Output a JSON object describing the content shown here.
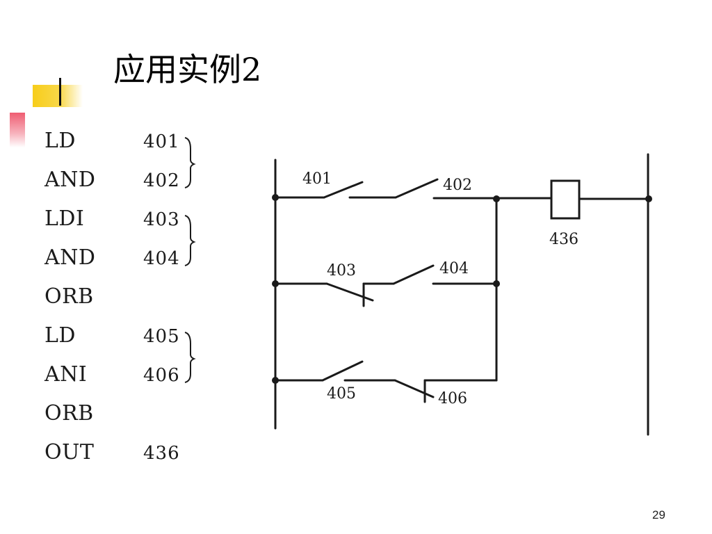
{
  "slide": {
    "title": "应用实例2",
    "page_number": "29"
  },
  "program": [
    {
      "op": "LD",
      "addr": "401"
    },
    {
      "op": "AND",
      "addr": "402"
    },
    {
      "op": "LDI",
      "addr": "403"
    },
    {
      "op": "AND",
      "addr": "404"
    },
    {
      "op": "ORB",
      "addr": ""
    },
    {
      "op": "LD",
      "addr": "405"
    },
    {
      "op": "ANI",
      "addr": "406"
    },
    {
      "op": "ORB",
      "addr": ""
    },
    {
      "op": "OUT",
      "addr": "436"
    }
  ],
  "ladder": {
    "contacts": [
      {
        "label": "401",
        "type": "NO"
      },
      {
        "label": "402",
        "type": "NO"
      },
      {
        "label": "403",
        "type": "NC"
      },
      {
        "label": "404",
        "type": "NO"
      },
      {
        "label": "405",
        "type": "NO"
      },
      {
        "label": "406",
        "type": "NC"
      }
    ],
    "coil": {
      "label": "436"
    }
  }
}
